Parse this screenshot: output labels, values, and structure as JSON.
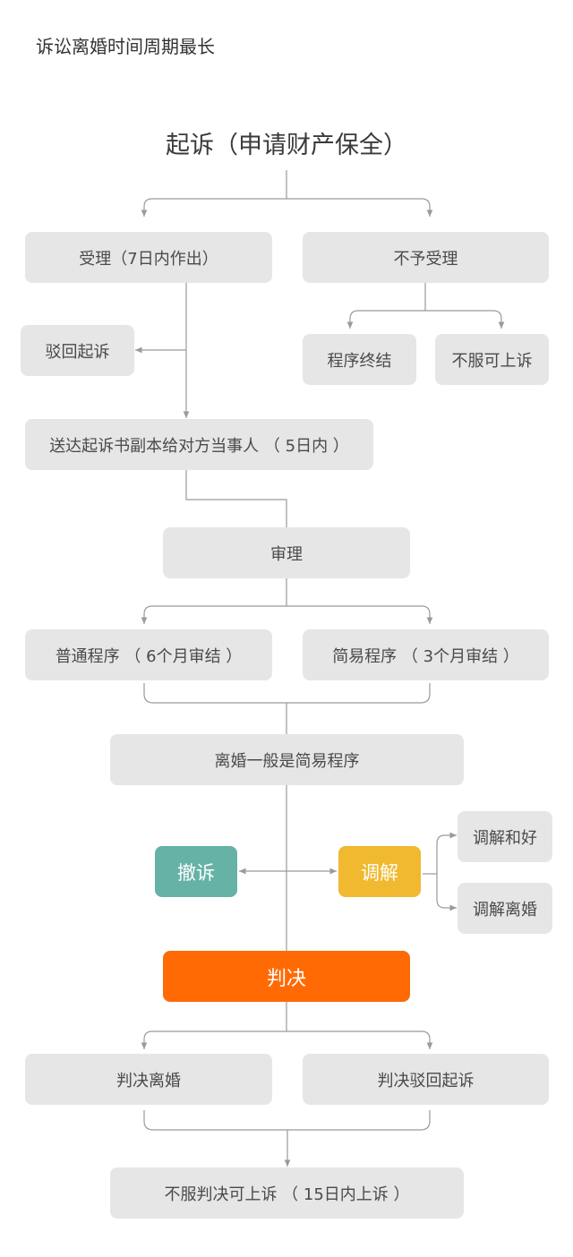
{
  "page": {
    "title": "诉讼离婚时间周期最长"
  },
  "flow": {
    "root": "起诉（申请财产保全）",
    "accept": "受理（7日内作出）",
    "reject": "不予受理",
    "dismiss": "驳回起诉",
    "terminate": "程序终结",
    "appeal_reject": "不服可上诉",
    "deliver": "送达起诉书副本给对方当事人 （ 5日内 ）",
    "trial": "审理",
    "ordinary": "普通程序 （ 6个月审结 ）",
    "simple": "简易程序 （ 3个月审结 ）",
    "divorce_simple": "离婚一般是简易程序",
    "withdraw": "撤诉",
    "mediate": "调解",
    "mediate_reconcile": "调解和好",
    "mediate_divorce": "调解离婚",
    "judgment": "判决",
    "judgment_divorce": "判决离婚",
    "judgment_dismiss": "判决驳回起诉",
    "appeal_judgment": "不服判决可上诉 （ 15日内上诉 ）"
  },
  "colors": {
    "node_bg": "#e6e6e6",
    "withdraw": "#66b2a6",
    "mediate": "#f0b930",
    "judgment": "#ff6a05",
    "connector": "#9a9a9a"
  }
}
